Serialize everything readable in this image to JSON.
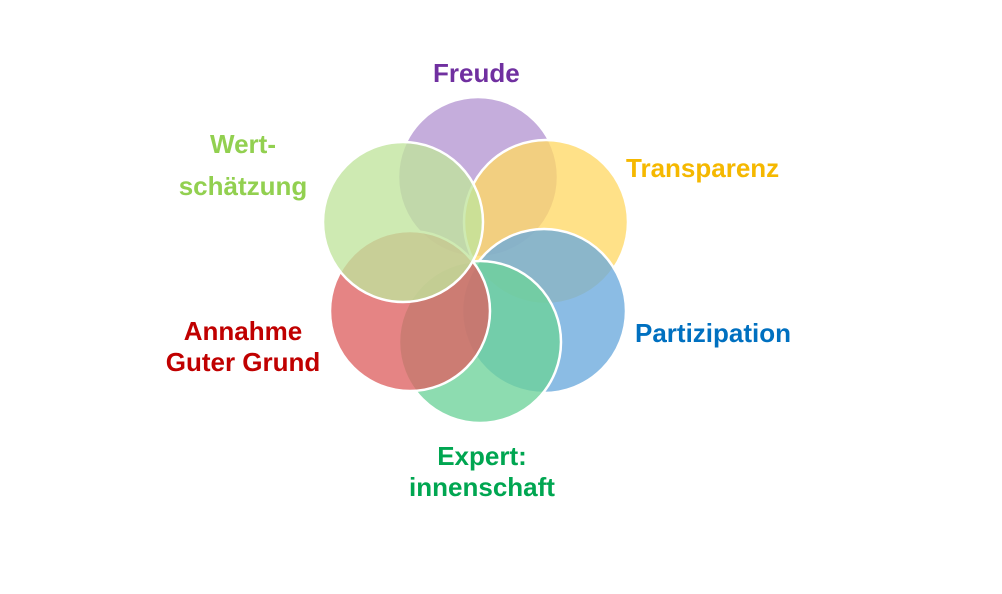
{
  "diagram": {
    "type": "flower-venn",
    "petals": [
      {
        "id": "freude",
        "lines": [
          "Freude"
        ],
        "color": "#7030a0",
        "fill": "#b596d2"
      },
      {
        "id": "transparenz",
        "lines": [
          "Transparenz"
        ],
        "color": "#f5b800",
        "fill": "#ffd966"
      },
      {
        "id": "partizipation",
        "lines": [
          "Partizipation"
        ],
        "color": "#0070c0",
        "fill": "#6aa9dc"
      },
      {
        "id": "expertinnenschaft",
        "lines": [
          "Expert:",
          "innenschaft"
        ],
        "color": "#00a651",
        "fill": "#6dd29a"
      },
      {
        "id": "annahme",
        "lines": [
          "Annahme",
          "Guter Grund"
        ],
        "color": "#c00000",
        "fill": "#de6262"
      },
      {
        "id": "wertschaetzung",
        "lines": [
          "Wert-",
          "schätzung"
        ],
        "color": "#92d050",
        "fill": "#c0e49c"
      }
    ]
  }
}
